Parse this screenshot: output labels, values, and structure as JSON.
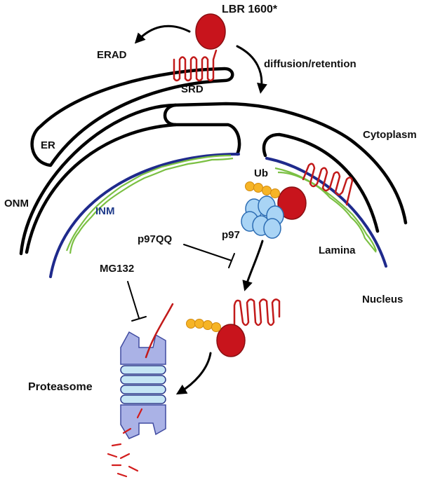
{
  "labels": {
    "lbr": "LBR 1600*",
    "erad": "ERAD",
    "diffusion": "diffusion/retention",
    "srd": "SRD",
    "er": "ER",
    "cytoplasm": "Cytoplasm",
    "onm": "ONM",
    "inm": "INM",
    "ub": "Ub",
    "p97": "p97",
    "p97qq": "p97QQ",
    "lamina": "Lamina",
    "mg132": "MG132",
    "nucleus": "Nucleus",
    "proteasome": "Proteasome"
  },
  "colors": {
    "lbr_protein": "#c8141c",
    "ubiquitin": "#f6b426",
    "p97": "#a9d4f5",
    "inner_membrane": "#1f2a8c",
    "lamina": "#7bc043",
    "proteasome": "#aab2e6",
    "membrane": "#000000"
  }
}
